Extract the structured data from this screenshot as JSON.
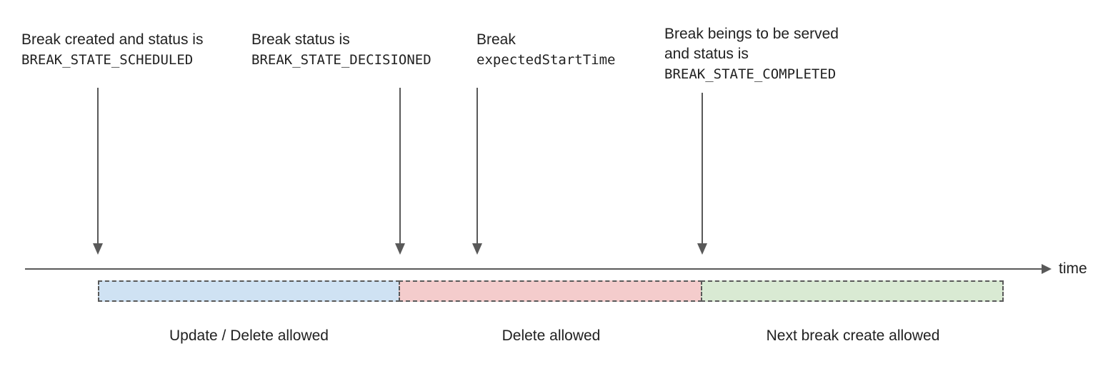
{
  "annotations": [
    {
      "line1": "Break created and status is",
      "code": "BREAK_STATE_SCHEDULED"
    },
    {
      "line1": "Break status is",
      "code": "BREAK_STATE_DECISIONED"
    },
    {
      "line1": "Break",
      "code": "expectedStartTime"
    },
    {
      "line1": "Break beings to be served",
      "line2": "and status is",
      "code": "BREAK_STATE_COMPLETED"
    }
  ],
  "timeline": {
    "axis_label": "time",
    "axis_color": "#595959"
  },
  "segments": [
    {
      "label": "Update / Delete allowed",
      "color": "#cfe2f3"
    },
    {
      "label": "Delete allowed",
      "color": "#f4cccc"
    },
    {
      "label": "Next break create allowed",
      "color": "#d9ead3"
    }
  ]
}
